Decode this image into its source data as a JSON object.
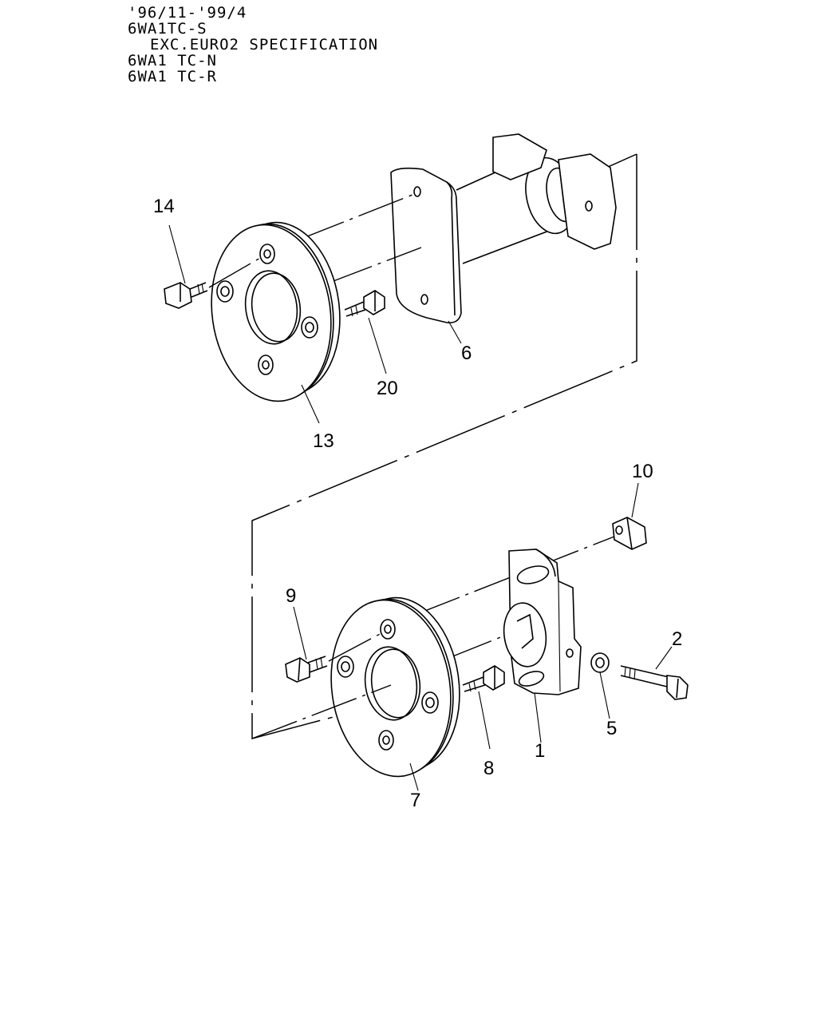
{
  "header": {
    "line1": "'96/11-'99/4",
    "line2": "6WA1TC-S",
    "line3": "EXC.EURO2 SPECIFICATION",
    "line4": "6WA1 TC-N",
    "line5": "6WA1 TC-R"
  },
  "callouts": {
    "c14": "14",
    "c6": "6",
    "c20": "20",
    "c13": "13",
    "c10": "10",
    "c9": "9",
    "c2": "2",
    "c5": "5",
    "c1": "1",
    "c8": "8",
    "c7": "7"
  }
}
